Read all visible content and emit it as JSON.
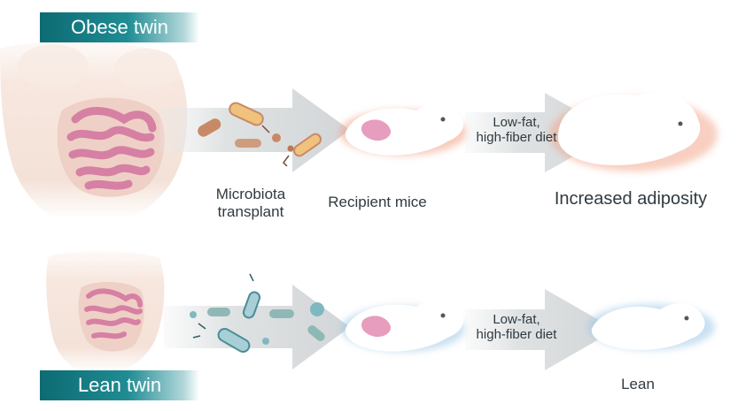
{
  "colors": {
    "badge": "#0d6b73",
    "arrow": "#dcdfe1",
    "skin": "#f6e6dd",
    "gut": "#e79dbd",
    "obese_bacteria": "#c88a66",
    "lean_bacteria": "#7fb8c0",
    "mouse_obese_glow": "#f2a184",
    "mouse_lean_glow": "#9cc8e6"
  },
  "rows": {
    "obese": {
      "badge": "Obese twin",
      "transplant": [
        "Microbiota",
        "transplant"
      ],
      "recipient": "Recipient mice",
      "diet": [
        "Low-fat,",
        "high-fiber diet"
      ],
      "outcome": "Increased adiposity"
    },
    "lean": {
      "badge": "Lean twin",
      "diet": [
        "Low-fat,",
        "high-fiber diet"
      ],
      "outcome": "Lean"
    }
  }
}
